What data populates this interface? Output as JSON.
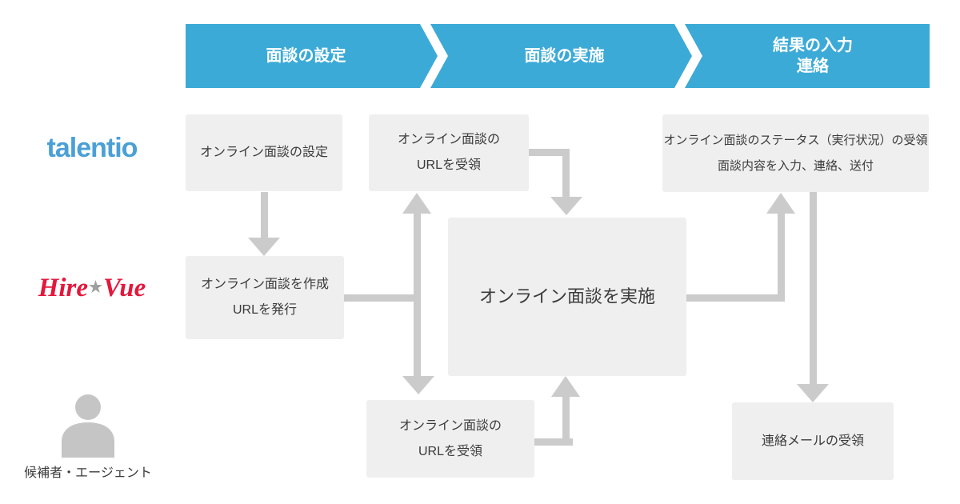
{
  "colors": {
    "accent_blue": "#3CAAD7",
    "box_bg": "#EFEFEF",
    "arrow": "#CBCBCB",
    "text": "#3B3B3B",
    "talentio_blue": "#4AA0D6",
    "hirevue_red": "#E4173C",
    "star_gray": "#9E9E9E",
    "icon_gray": "#C5C5C5"
  },
  "phases": [
    {
      "label": "面談の設定"
    },
    {
      "label": "面談の実施"
    },
    {
      "line1": "結果の入力",
      "line2": "連絡"
    }
  ],
  "lanes": {
    "talentio": {
      "logo_text": "talentio"
    },
    "hirevue": {
      "part1": "Hire",
      "star": "★",
      "part2": "Vue"
    },
    "candidate": {
      "icon": "person-icon",
      "label": "候補者・エージェント"
    }
  },
  "boxes": {
    "setup": {
      "text": "オンライン面談の設定"
    },
    "receive_url_talentio": {
      "line1": "オンライン面談の",
      "line2": "URLを受領"
    },
    "status": {
      "line1": "オンライン面談のステータス（実行状況）の受領",
      "line2": "面談内容を入力、連絡、送付"
    },
    "create": {
      "line1": "オンライン面談を作成",
      "line2": "URLを発行"
    },
    "conduct": {
      "text": "オンライン面談を実施"
    },
    "receive_url_candidate": {
      "line1": "オンライン面談の",
      "line2": "URLを受領"
    },
    "receive_mail": {
      "text": "連絡メールの受領"
    }
  }
}
